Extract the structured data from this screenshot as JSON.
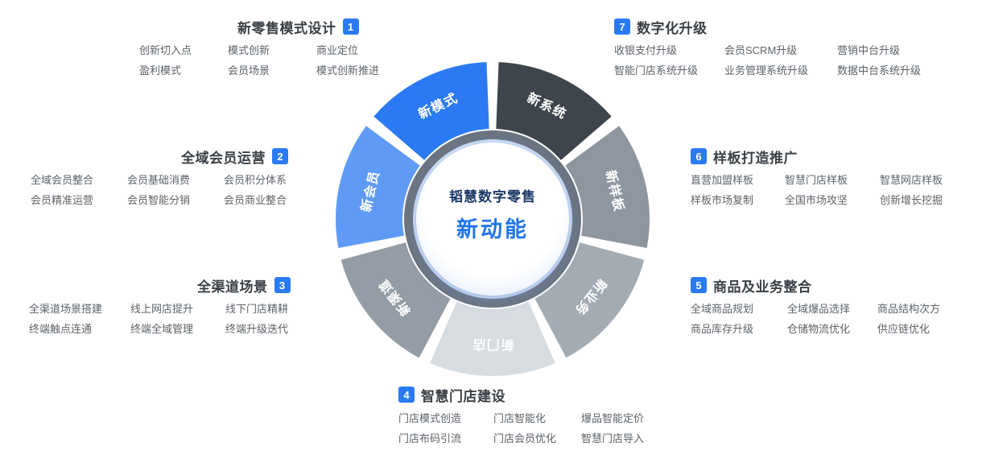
{
  "colors": {
    "accent": "#2b7af3",
    "ring": "#6b7480",
    "halo": "#cfdff7"
  },
  "center": {
    "title": "韬慧数字零售",
    "subtitle": "新动能"
  },
  "wheel": {
    "segments": [
      {
        "label": "新模式",
        "color": "#2b7af3"
      },
      {
        "label": "新系统",
        "color": "#3e454c"
      },
      {
        "label": "新样板",
        "color": "#8e97a0"
      },
      {
        "label": "新业务",
        "color": "#a3abb3"
      },
      {
        "label": "新门店",
        "color": "#d7dce1"
      },
      {
        "label": "新渠道",
        "color": "#949da6"
      },
      {
        "label": "新会员",
        "color": "#5f9bf6"
      }
    ]
  },
  "sections": [
    {
      "num": "1",
      "title": "新零售模式设计",
      "items": [
        [
          "创新切入点",
          "模式创新",
          "商业定位"
        ],
        [
          "盈利模式",
          "会员场景",
          "模式创新推进"
        ]
      ]
    },
    {
      "num": "2",
      "title": "全域会员运营",
      "items": [
        [
          "全域会员整合",
          "会员基础消费",
          "会员积分体系"
        ],
        [
          "会员精准运营",
          "会员智能分销",
          "会员商业整合"
        ]
      ]
    },
    {
      "num": "3",
      "title": "全渠道场景",
      "items": [
        [
          "全渠道场景搭建",
          "线上网店提升",
          "线下门店精耕"
        ],
        [
          "终端触点连通",
          "终端全域管理",
          "终端升级迭代"
        ]
      ]
    },
    {
      "num": "4",
      "title": "智慧门店建设",
      "items": [
        [
          "门店模式创造",
          "门店智能化",
          "爆品智能定价"
        ],
        [
          "门店布码引流",
          "门店会员优化",
          "智慧门店导入"
        ]
      ]
    },
    {
      "num": "5",
      "title": "商品及业务整合",
      "items": [
        [
          "全域商品规划",
          "全域爆品选择",
          "商品结构次方"
        ],
        [
          "商品库存升级",
          "仓储物流优化",
          "供应链优化"
        ]
      ]
    },
    {
      "num": "6",
      "title": "样板打造推广",
      "items": [
        [
          "直营加盟样板",
          "智慧门店样板",
          "智慧网店样板"
        ],
        [
          "样板市场复制",
          "全国市场攻坚",
          "创新增长挖掘"
        ]
      ]
    },
    {
      "num": "7",
      "title": "数字化升级",
      "items": [
        [
          "收银支付升级",
          "会员SCRM升级",
          "营销中台升级"
        ],
        [
          "智能门店系统升级",
          "业务管理系统升级",
          "数据中台系统升级"
        ]
      ]
    }
  ]
}
